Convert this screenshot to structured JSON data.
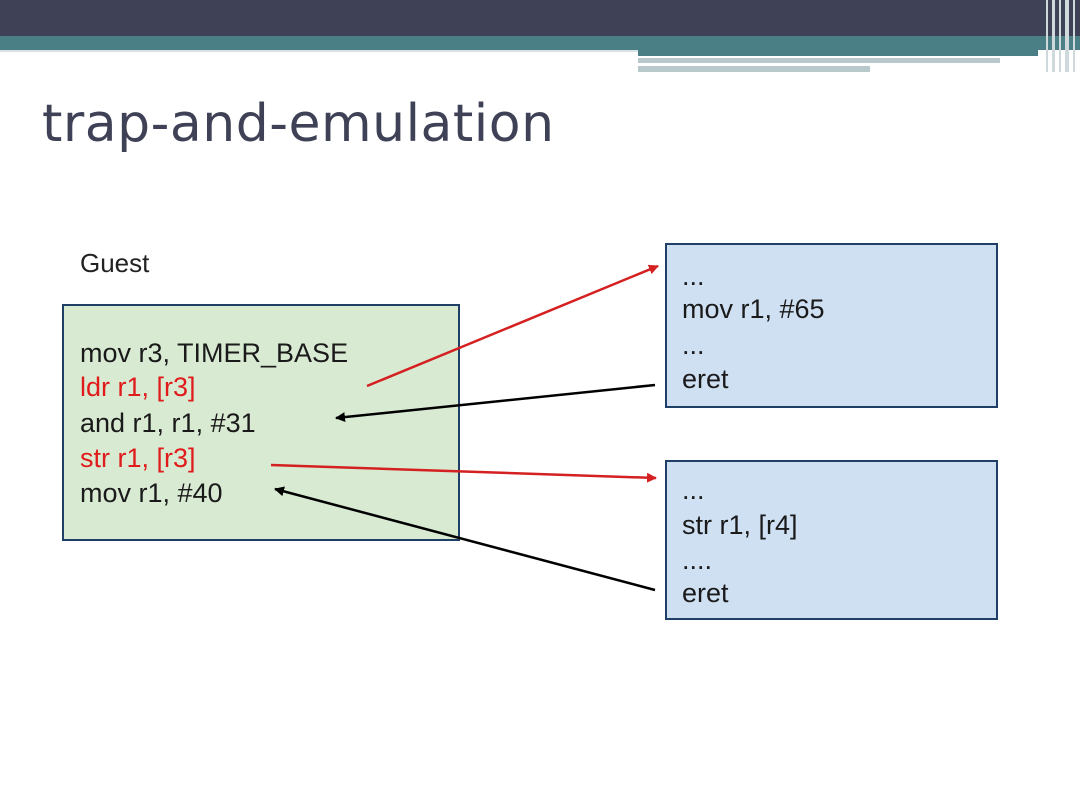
{
  "slide": {
    "title": "trap-and-emulation"
  },
  "guest": {
    "label": "Guest",
    "lines": [
      {
        "text": "mov r3, TIMER_BASE",
        "color": "#1a1a1a"
      },
      {
        "text": "ldr r1, [r3]",
        "color": "#e01b1b"
      },
      {
        "text": "and r1, r1, #31",
        "color": "#1a1a1a"
      },
      {
        "text": "str r1, [r3]",
        "color": "#e01b1b"
      },
      {
        "text": "mov r1, #40",
        "color": "#1a1a1a"
      }
    ]
  },
  "handler_top": {
    "lines": [
      "...",
      "mov r1, #65",
      "...",
      "eret"
    ]
  },
  "handler_bottom": {
    "lines": [
      "...",
      "str r1, [r4]",
      "....",
      "eret"
    ]
  },
  "colors": {
    "trap_arrow": "#d42020",
    "return_arrow": "#000000",
    "guest_fill": "#d9ead3",
    "handler_fill": "#cfe0f3",
    "box_border": "#1f3f66",
    "title": "#3f4256"
  }
}
